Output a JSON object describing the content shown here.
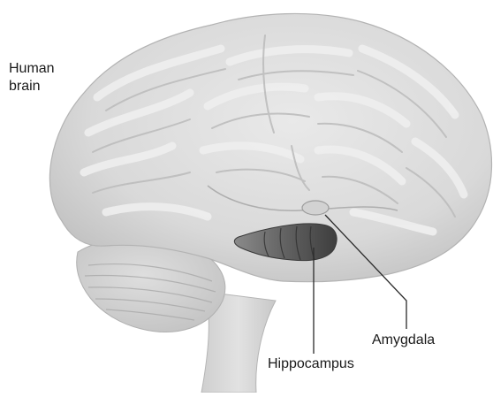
{
  "labels": {
    "brain_line1": "Human",
    "brain_line2": "brain",
    "amygdala": "Amygdala",
    "hippocampus": "Hippocampus"
  },
  "colors": {
    "background": "#ffffff",
    "brain_fill": "#dcdcdc",
    "fold_highlight": "#ececec",
    "fold_shadow": "#b9b9b9",
    "hippocampus": "#5f5f5f",
    "amygdala": "#cfcfcf",
    "leader_line": "#2a2a2a",
    "text": "#1a1a1a"
  }
}
